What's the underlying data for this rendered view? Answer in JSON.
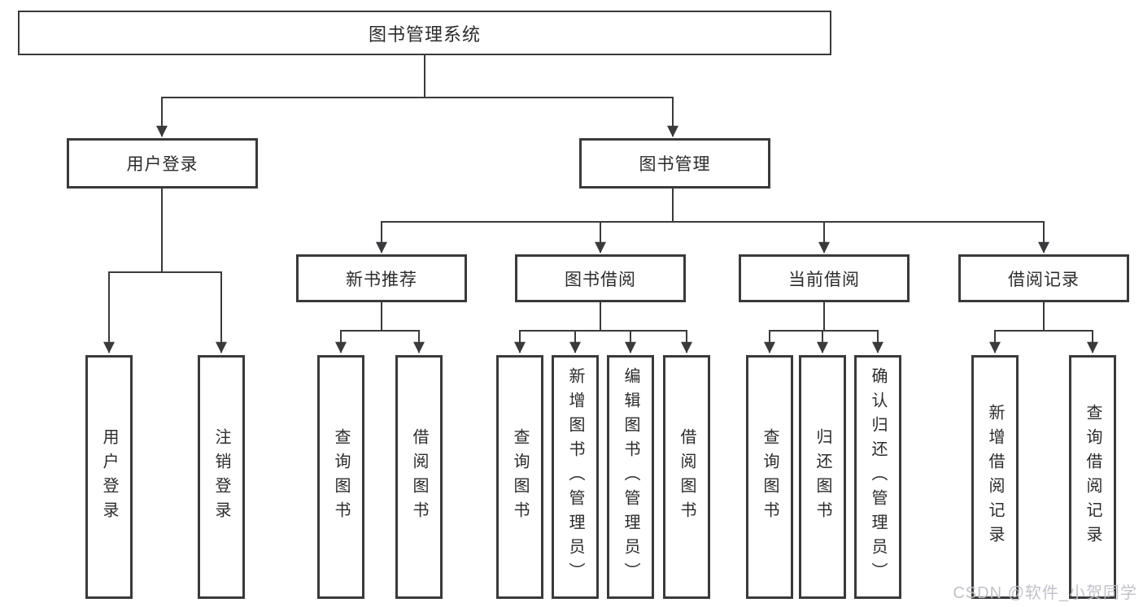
{
  "diagram": {
    "root": {
      "label": "图书管理系统"
    },
    "branches": [
      {
        "label": "用户登录",
        "children": [
          {
            "label": "用户登录"
          },
          {
            "label": "注销登录"
          }
        ]
      },
      {
        "label": "图书管理",
        "children": [
          {
            "label": "新书推荐",
            "children": [
              {
                "label": "查询图书"
              },
              {
                "label": "借阅图书"
              }
            ]
          },
          {
            "label": "图书借阅",
            "children": [
              {
                "label": "查询图书"
              },
              {
                "label": "新增图书（管理员）"
              },
              {
                "label": "编辑图书（管理员）"
              },
              {
                "label": "借阅图书"
              }
            ]
          },
          {
            "label": "当前借阅",
            "children": [
              {
                "label": "查询图书"
              },
              {
                "label": "归还图书"
              },
              {
                "label": "确认归还（管理员）"
              }
            ]
          },
          {
            "label": "借阅记录",
            "children": [
              {
                "label": "新增借阅记录"
              },
              {
                "label": "查询借阅记录"
              }
            ]
          }
        ]
      }
    ]
  },
  "watermark": {
    "text": "CSDN @软件_小贺同学"
  },
  "colors": {
    "line": "#3a3a3c",
    "box_border": "#3a3a3c",
    "text": "#2b2b2b",
    "background": "#ffffff",
    "watermark": "#bebec6"
  }
}
